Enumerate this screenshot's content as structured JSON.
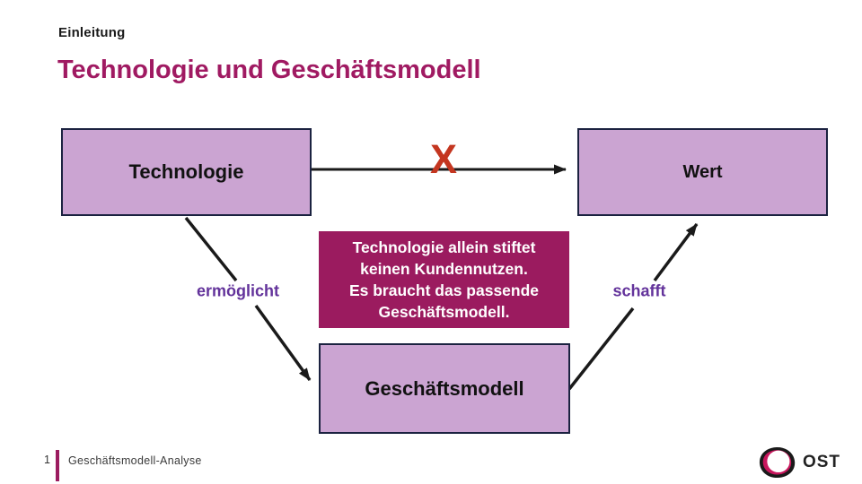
{
  "slide": {
    "kicker": "Einleitung",
    "title": "Technologie und Geschäftsmodell"
  },
  "diagram": {
    "node_technologie": "Technologie",
    "node_wert": "Wert",
    "node_geschaeftsmodell": "Geschäftsmodell",
    "blocked_marker": "X",
    "edge_label_enables": "ermöglicht",
    "edge_label_creates": "schafft",
    "callout_lines": [
      "Technologie allein stiftet",
      "keinen Kundennutzen.",
      "Es braucht das passende",
      "Geschäftsmodell."
    ]
  },
  "footer": {
    "page_number": "1",
    "section_title": "Geschäftsmodell-Analyse",
    "logo_text": "OST"
  },
  "colors": {
    "title_magenta": "#a01a62",
    "node_fill": "#cba4d2",
    "node_border": "#1b2240",
    "callout_background": "#9b1b5f",
    "edge_label_purple": "#63339b",
    "blocked_x_red": "#c43620",
    "arrow_black": "#1a1a1a",
    "footer_divider_magenta": "#9b1b5f",
    "logo_ring_magenta": "#c8175d"
  }
}
